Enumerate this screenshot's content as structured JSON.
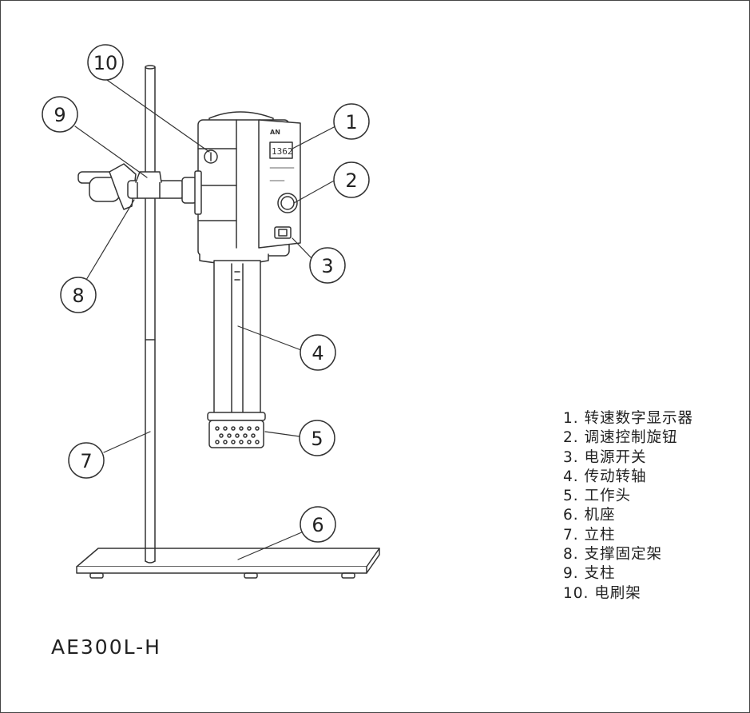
{
  "model": "AE300L-H",
  "display_reading": "1362",
  "brand": "AN",
  "callouts": [
    "1",
    "2",
    "3",
    "4",
    "5",
    "6",
    "7",
    "8",
    "9",
    "10"
  ],
  "legend": [
    "1. 转速数字显示器",
    "2. 调速控制旋钮",
    "3. 电源开关",
    "4. 传动转轴",
    "5. 工作头",
    "6. 机座",
    "7. 立柱",
    "8. 支撑固定架",
    "9. 支柱",
    "10. 电刷架"
  ]
}
